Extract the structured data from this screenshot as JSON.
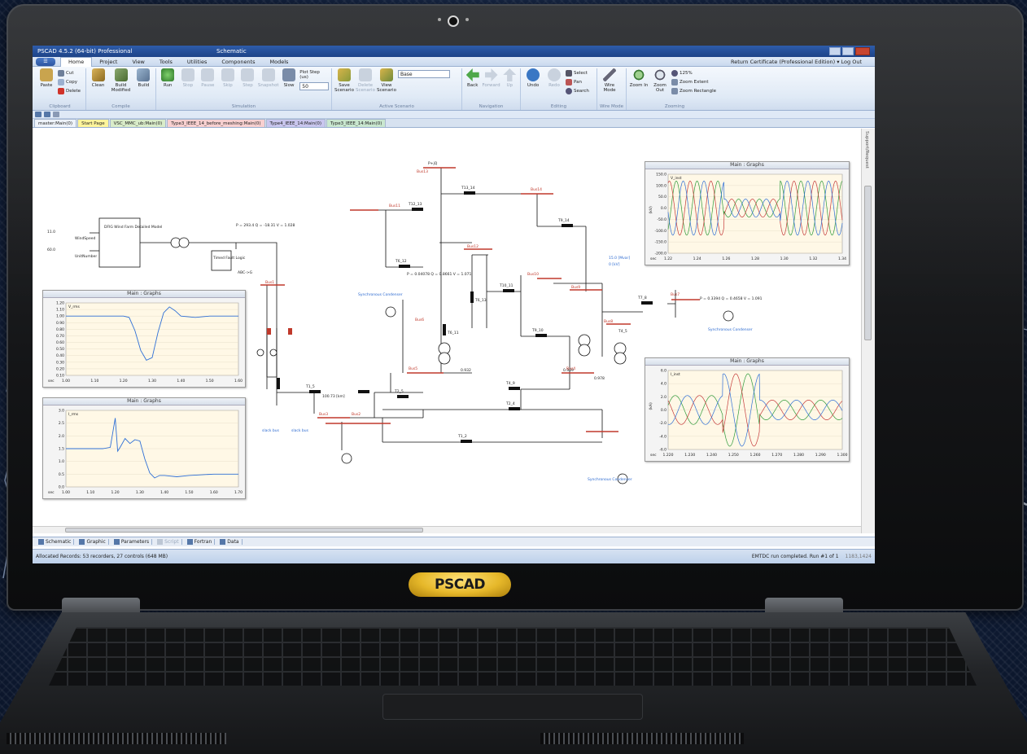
{
  "device": {
    "logo_text": "PSCAD"
  },
  "window": {
    "title": "PSCAD 4.5.2 (64-bit) Professional",
    "document_title": "Schematic"
  },
  "ribbon": {
    "tabs": [
      "Home",
      "Project",
      "View",
      "Tools",
      "Utilities",
      "Components",
      "Models"
    ],
    "account": "Return Certificate (Professional Edition)  ▾  Log Out",
    "clipboard": {
      "paste": "Paste",
      "cut": "Cut",
      "copy": "Copy",
      "delete": "Delete",
      "group": "Clipboard"
    },
    "compile": {
      "clean": "Clean",
      "build_modified": "Build Modified",
      "build": "Build",
      "group": "Compile"
    },
    "simulation": {
      "run": "Run",
      "stop": "Stop",
      "pause": "Pause",
      "skip": "Skip",
      "step": "Step",
      "snapshot": "Snapshot",
      "slow": "Slow",
      "plot_step_label": "Plot Step (us)",
      "plot_step_value": "50",
      "group": "Simulation"
    },
    "scenario": {
      "save": "Save Scenario",
      "delete": "Delete Scenario",
      "view": "View Scenario",
      "current": "Base",
      "group": "Active Scenario"
    },
    "navigation": {
      "back": "Back",
      "forward": "Forward",
      "up": "Up",
      "group": "Navigation"
    },
    "editing": {
      "undo": "Undo",
      "redo": "Redo",
      "select": "Select",
      "pan": "Pan",
      "search": "Search",
      "group": "Editing"
    },
    "wire": {
      "wire_mode": "Wire Mode",
      "group": "Wire Mode"
    },
    "zooming": {
      "zoom_in": "Zoom In",
      "zoom_out": "Zoom Out",
      "zoom_level": "125%",
      "zoom_extent": "Zoom Extent",
      "zoom_rect": "Zoom Rectangle",
      "group": "Zooming"
    }
  },
  "doc_tabs": [
    "master:Main(0)",
    "Start Page",
    "VSC_MMC_ub:Main(0)",
    "Type3_IEEE_14_before_meshing:Main(0)",
    "Type4_IEEE_14:Main(0)",
    "Type3_IEEE_14:Main(0)"
  ],
  "side_panel_label": "Support/Request",
  "bottom_tabs": [
    {
      "label": "Schematic",
      "dim": false
    },
    {
      "label": "Graphic",
      "dim": false
    },
    {
      "label": "Parameters",
      "dim": false
    },
    {
      "label": "Script",
      "dim": true
    },
    {
      "label": "Fortran",
      "dim": false
    },
    {
      "label": "Data",
      "dim": false
    }
  ],
  "status": {
    "left": "Allocated Records: 53 recorders, 27 controls (648 MB)",
    "right": "EMTDC run completed.  Run #1 of 1",
    "pos": "1183,1424"
  },
  "schematic": {
    "wind_speed_value": "11.0",
    "wind_speed_label": "WindSpeed",
    "unit_number_value": "60.0",
    "unit_number_label": "UnitNumber",
    "dfig_label": "DFIG Wind Farm Detailed Model",
    "fault_label": "Timed Fault Logic",
    "breaker_label": "ABC->G",
    "pq_readout_1": "P = 293.4  Q = -18.31  V = 1.028",
    "pq_readout_2": "P = 0.04078  Q = 0.8661  V = 1.071",
    "pq_readout_3": "P = 0.3394  Q = 0.4658  V = 1.091",
    "condenser_1": "Synchronous Condenser",
    "condenser_2": "Synchronous Condenser",
    "condenser_3": "Synchronous Condenser",
    "slack_bus_1": "slack bus",
    "slack_bus_2": "slack bus",
    "bus_labels": [
      "Bus11",
      "Bus13",
      "Bus14",
      "Bus12",
      "Bus10",
      "Bus9",
      "Bus8",
      "Bus7",
      "Bus4",
      "Bus5",
      "Bus6",
      "Bus3",
      "Bus2",
      "Bus1"
    ],
    "line_labels": [
      "T13_14",
      "T12_13",
      "T9_14",
      "T6_12",
      "T10_11",
      "T9_10",
      "T7_8",
      "T4_9",
      "T2_4",
      "T2_5",
      "T1_5",
      "T1_2",
      "T4_5",
      "T6_13",
      "T6_11"
    ],
    "setting_1": "15.0 [Mvar]",
    "setting_2": "0 [kV]",
    "tap_1": "0.932",
    "tap_2": "0.969",
    "tap_3": "0.978",
    "line_value": "100.73 [km]",
    "pq_label": "P+jQ"
  },
  "graphs": [
    {
      "id": "g1",
      "title": "Main : Graphs",
      "trace": "V_rms",
      "xlim": [
        1.0,
        1.6
      ],
      "ylim": [
        0.1,
        1.2
      ],
      "xticks": [
        "1.00",
        "1.10",
        "1.20",
        "1.30",
        "1.40",
        "1.50",
        "1.60"
      ],
      "yticks": [
        "1.20",
        "1.10",
        "1.00",
        "0.90",
        "0.80",
        "0.70",
        "0.60",
        "0.50",
        "0.40",
        "0.30",
        "0.20",
        "0.10"
      ],
      "x_label": "sec",
      "series": [
        {
          "color": "#2e6fd6",
          "x": [
            1.0,
            1.2,
            1.22,
            1.24,
            1.26,
            1.28,
            1.3,
            1.32,
            1.34,
            1.36,
            1.38,
            1.4,
            1.45,
            1.5,
            1.6
          ],
          "y": [
            1.0,
            1.0,
            0.98,
            0.78,
            0.48,
            0.33,
            0.37,
            0.75,
            1.05,
            1.14,
            1.08,
            1.0,
            0.98,
            1.0,
            1.0
          ]
        }
      ]
    },
    {
      "id": "g2",
      "title": "Main : Graphs",
      "trace": "I_rms",
      "xlim": [
        1.0,
        1.7
      ],
      "ylim": [
        0.0,
        3.0
      ],
      "xticks": [
        "1.00",
        "1.10",
        "1.20",
        "1.30",
        "1.40",
        "1.50",
        "1.60",
        "1.70"
      ],
      "yticks": [
        "3.0",
        "2.5",
        "2.0",
        "1.5",
        "1.0",
        "0.5",
        "0.0"
      ],
      "x_label": "sec",
      "series": [
        {
          "color": "#2e6fd6",
          "x": [
            1.0,
            1.15,
            1.18,
            1.2,
            1.21,
            1.22,
            1.24,
            1.26,
            1.28,
            1.3,
            1.32,
            1.34,
            1.36,
            1.38,
            1.4,
            1.45,
            1.5,
            1.6,
            1.7
          ],
          "y": [
            1.5,
            1.5,
            1.55,
            2.7,
            1.4,
            1.55,
            1.9,
            1.7,
            1.85,
            1.8,
            1.1,
            0.55,
            0.35,
            0.45,
            0.45,
            0.4,
            0.45,
            0.5,
            0.5
          ]
        }
      ]
    },
    {
      "id": "g3",
      "title": "Main : Graphs",
      "trace": "V_inst",
      "xlim": [
        1.2,
        1.34
      ],
      "ylim": [
        -200,
        150
      ],
      "xticks": [
        "1.22",
        "1.24",
        "1.26",
        "1.28",
        "1.30",
        "1.32",
        "1.34"
      ],
      "yticks": [
        "150.0",
        "100.0",
        "50.0",
        "0.0",
        "-50.0",
        "-100.0",
        "-150.0",
        "-200.0"
      ],
      "y_label": "(kV)",
      "x_label": "sec",
      "wave": {
        "amp": [
          120,
          40,
          120
        ],
        "t": [
          1.2,
          1.245,
          1.29,
          1.34
        ],
        "period": 0.0167
      }
    },
    {
      "id": "g4",
      "title": "Main : Graphs",
      "trace": "I_inst",
      "xlim": [
        1.22,
        1.3
      ],
      "ylim": [
        -6,
        6
      ],
      "xticks": [
        "1.220",
        "1.230",
        "1.240",
        "1.250",
        "1.260",
        "1.270",
        "1.280",
        "1.290",
        "1.300"
      ],
      "yticks": [
        "6.0",
        "4.0",
        "2.0",
        "0.0",
        "-2.0",
        "-4.0",
        "-6.0"
      ],
      "y_label": "(kA)",
      "x_label": "sec",
      "wave": {
        "amp": [
          2.2,
          5.5,
          1.5
        ],
        "t": [
          1.22,
          1.245,
          1.262,
          1.3
        ],
        "period": 0.0167
      }
    }
  ],
  "colors": {
    "phase_a": "#2e9a3a",
    "phase_b": "#c43a3a",
    "phase_c": "#2e6fd6",
    "plot_bg": "#fff8e6",
    "bus_red": "#c0392b"
  }
}
